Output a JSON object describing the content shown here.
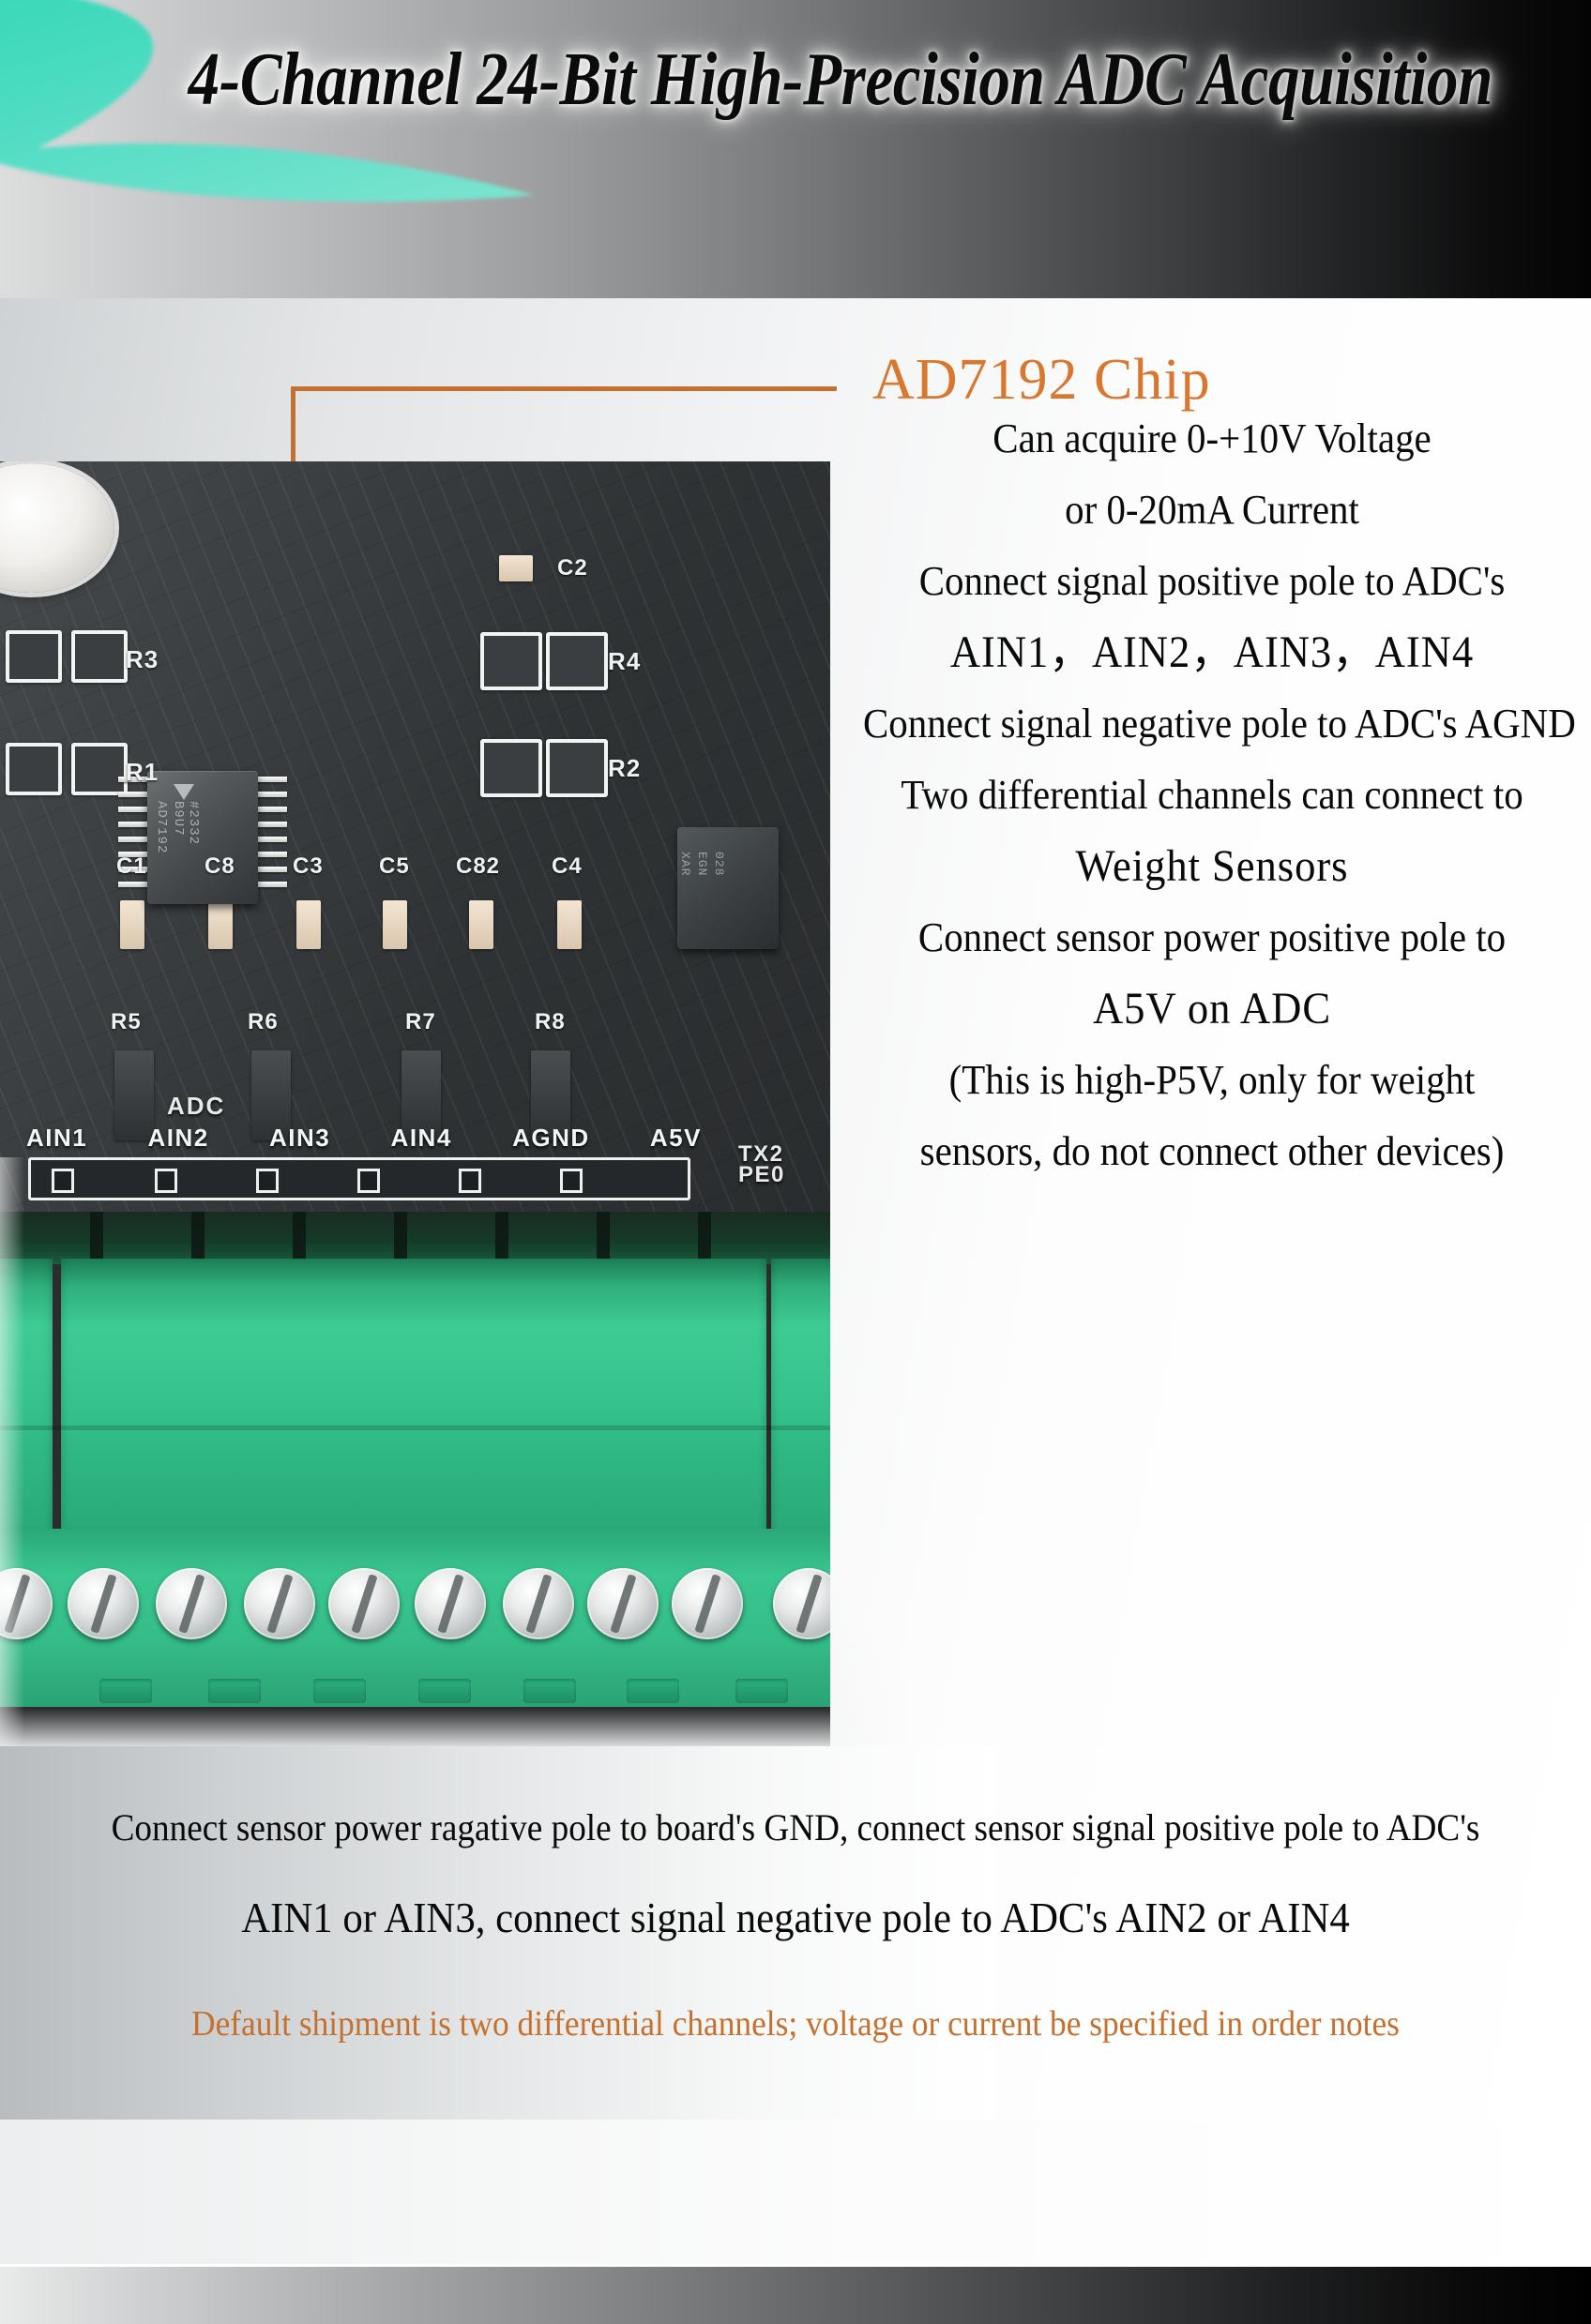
{
  "header": {
    "title": "4-Channel 24-Bit High-Precision ADC Acquisition",
    "accent_color": "#3fd9bd",
    "gradient_from": "#dcdddd",
    "gradient_to": "#040405"
  },
  "callout": {
    "label": "AD7192 Chip",
    "color": "#c4702f",
    "dot_color": "#ec7c2c"
  },
  "pcb_photo": {
    "chip_marking_line1": "AD7192",
    "chip_marking_line2": "B9U7",
    "chip_marking_line3": "#2332",
    "soic_marking_line1": "XAR",
    "soic_marking_line2": "EGN",
    "soic_marking_line3": "028",
    "silkscreen": {
      "r3": "R3",
      "r1": "R1",
      "r4": "R4",
      "r2": "R2",
      "c2": "C2",
      "c1": "C1",
      "c8": "C8",
      "c3": "C3",
      "c5": "C5",
      "c82": "C82",
      "c4": "C4",
      "r5": "R5",
      "r6": "R6",
      "r7": "R7",
      "r8": "R8",
      "adc": "ADC",
      "tx2": "TX2",
      "pe0": "PE0"
    },
    "port_labels": [
      "AIN1",
      "AIN2",
      "AIN3",
      "AIN4",
      "AGND",
      "A5V"
    ],
    "terminal_color": "#35c28c"
  },
  "right_column": {
    "lines": [
      "Can acquire 0-+10V Voltage",
      "or 0-20mA Current",
      "Connect signal positive pole to ADC's",
      "AIN1，AIN2，AIN3，AIN4",
      "Connect signal negative pole to ADC's AGND",
      "Two differential channels can connect to",
      "Weight Sensors",
      "Connect sensor power positive pole to",
      "A5V on ADC",
      "(This is high-P5V, only for weight",
      "sensors, do not connect other devices)"
    ]
  },
  "bottom": {
    "line1": "Connect sensor power ragative pole to board's GND, connect sensor signal positive pole to ADC's",
    "line2": "AIN1 or AIN3, connect signal negative pole to ADC's AIN2 or AIN4",
    "note": "Default shipment is two differential channels; voltage or current  be specified in order notes",
    "note_color": "#c4702f"
  }
}
